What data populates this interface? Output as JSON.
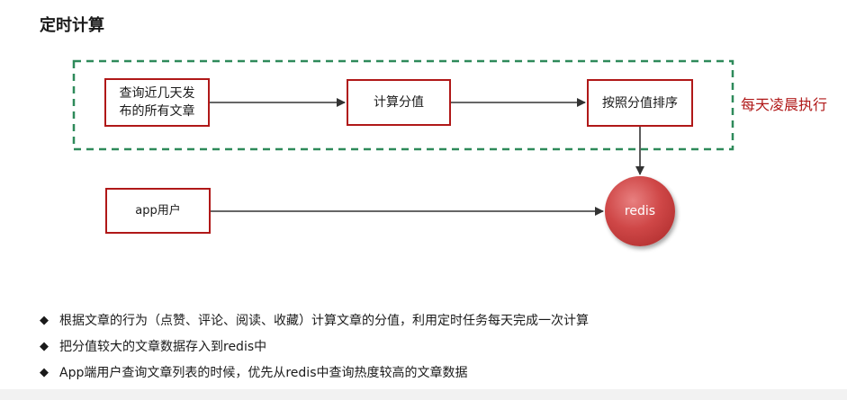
{
  "title": "定时计算",
  "nodes": {
    "query": "查询近几天发布的所有文章",
    "score": "计算分值",
    "sort": "按照分值排序",
    "app": "app用户",
    "redis": "redis"
  },
  "schedule_label": "每天凌晨执行",
  "bullets": [
    "根据文章的行为（点赞、评论、阅读、收藏）计算文章的分值，利用定时任务每天完成一次计算",
    "把分值较大的文章数据存入到redis中",
    "App端用户查询文章列表的时候，优先从redis中查询热度较高的文章数据"
  ],
  "colors": {
    "box_border": "#b01818",
    "dashed_border": "#2e8a5a",
    "redis_fill": "#cf4747",
    "schedule_text": "#b01818"
  },
  "icons": {
    "bullet": "diamond-bullet-icon"
  }
}
